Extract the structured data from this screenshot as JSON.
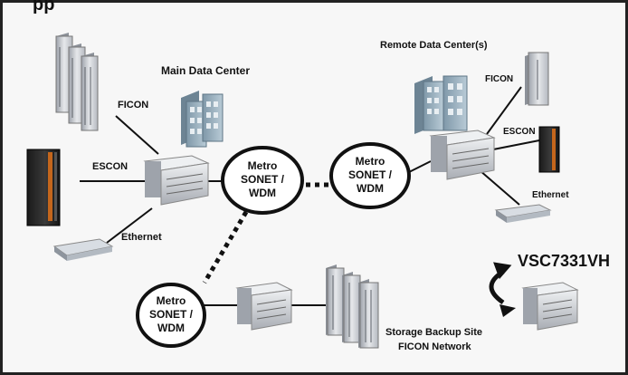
{
  "title_fragment": "pp",
  "labels": {
    "main_dc": "Main Data Center",
    "remote_dc": "Remote Data Center(s)",
    "ficon_left": "FICON",
    "escon_left": "ESCON",
    "ethernet_left": "Ethernet",
    "ficon_right": "FICON",
    "escon_right": "ESCON",
    "ethernet_right": "Ethernet",
    "chip": "VSC7331VH",
    "backup_site": "Storage Backup Site",
    "backup_network": "FICON Network"
  },
  "metro_nodes": [
    {
      "l1": "Metro",
      "l2": "SONET /",
      "l3": "WDM"
    },
    {
      "l1": "Metro",
      "l2": "SONET /",
      "l3": "WDM"
    },
    {
      "l1": "Metro",
      "l2": "SONET /",
      "l3": "WDM"
    }
  ],
  "colors": {
    "frame": "#222222",
    "link": "#111111",
    "building": "#8fa8b8",
    "server": "#c9ccd2",
    "mainframe": "#2b2b2b",
    "accent_orange": "#c4661c"
  }
}
